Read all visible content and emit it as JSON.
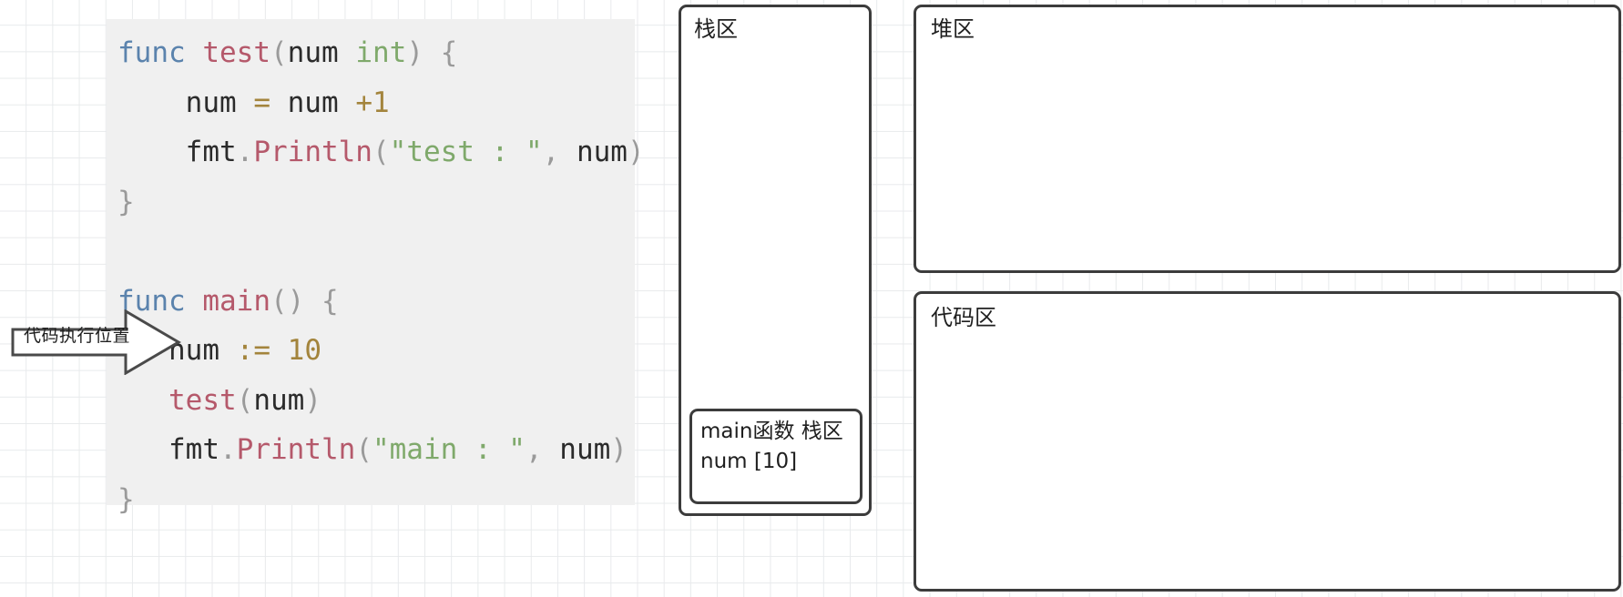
{
  "code_panel": {
    "language": "go",
    "lines": [
      {
        "id": "l1",
        "tokens": [
          {
            "t": "func",
            "c": "kw"
          },
          {
            "t": " ",
            "c": "plain"
          },
          {
            "t": "test",
            "c": "fn"
          },
          {
            "t": "(",
            "c": "punc"
          },
          {
            "t": "num",
            "c": "id"
          },
          {
            "t": " ",
            "c": "plain"
          },
          {
            "t": "int",
            "c": "type"
          },
          {
            "t": ")",
            "c": "punc"
          },
          {
            "t": " ",
            "c": "plain"
          },
          {
            "t": "{",
            "c": "punc"
          }
        ]
      },
      {
        "id": "l2",
        "tokens": [
          {
            "t": "    num ",
            "c": "id"
          },
          {
            "t": "=",
            "c": "op"
          },
          {
            "t": " num ",
            "c": "id"
          },
          {
            "t": "+1",
            "c": "num"
          }
        ]
      },
      {
        "id": "l3",
        "tokens": [
          {
            "t": "    fmt",
            "c": "id"
          },
          {
            "t": ".",
            "c": "punc"
          },
          {
            "t": "Println",
            "c": "fn"
          },
          {
            "t": "(",
            "c": "punc"
          },
          {
            "t": "\"test : \"",
            "c": "str"
          },
          {
            "t": ",",
            "c": "punc"
          },
          {
            "t": " num",
            "c": "id"
          },
          {
            "t": ")",
            "c": "punc"
          }
        ]
      },
      {
        "id": "l4",
        "tokens": [
          {
            "t": "}",
            "c": "punc"
          }
        ]
      },
      {
        "id": "l5",
        "tokens": [
          {
            "t": " ",
            "c": "plain"
          }
        ]
      },
      {
        "id": "l6",
        "tokens": [
          {
            "t": "func",
            "c": "kw"
          },
          {
            "t": " ",
            "c": "plain"
          },
          {
            "t": "main",
            "c": "fn"
          },
          {
            "t": "()",
            "c": "punc"
          },
          {
            "t": " ",
            "c": "plain"
          },
          {
            "t": "{",
            "c": "punc"
          }
        ]
      },
      {
        "id": "l7",
        "tokens": [
          {
            "t": "   num ",
            "c": "id"
          },
          {
            "t": ":=",
            "c": "op"
          },
          {
            "t": " ",
            "c": "plain"
          },
          {
            "t": "10",
            "c": "num"
          }
        ]
      },
      {
        "id": "l8",
        "tokens": [
          {
            "t": "   ",
            "c": "plain"
          },
          {
            "t": "test",
            "c": "fn"
          },
          {
            "t": "(",
            "c": "punc"
          },
          {
            "t": "num",
            "c": "id"
          },
          {
            "t": ")",
            "c": "punc"
          }
        ]
      },
      {
        "id": "l9",
        "tokens": [
          {
            "t": "   fmt",
            "c": "id"
          },
          {
            "t": ".",
            "c": "punc"
          },
          {
            "t": "Println",
            "c": "fn"
          },
          {
            "t": "(",
            "c": "punc"
          },
          {
            "t": "\"main : \"",
            "c": "str"
          },
          {
            "t": ",",
            "c": "punc"
          },
          {
            "t": " num",
            "c": "id"
          },
          {
            "t": ")",
            "c": "punc"
          }
        ]
      },
      {
        "id": "l10",
        "tokens": [
          {
            "t": "}",
            "c": "punc"
          }
        ]
      }
    ],
    "plain_text": [
      "func test(num int) {",
      "    num = num +1",
      "    fmt.Println(\"test : \", num)",
      "}",
      "",
      "func main() {",
      "   num := 10",
      "   test(num)",
      "   fmt.Println(\"main : \", num)",
      "}"
    ]
  },
  "annotation": {
    "exec_pointer_label": "代码执行位置",
    "points_at_line": "num := 10"
  },
  "memory": {
    "stack": {
      "title": "栈区",
      "frames": [
        {
          "name": "main函数 栈区",
          "variables": "num [10]"
        }
      ]
    },
    "heap": {
      "title": "堆区",
      "contents": []
    },
    "code_area": {
      "title": "代码区",
      "contents": []
    }
  },
  "colors": {
    "keyword": "#5b83ad",
    "function": "#b5596b",
    "type_and_string": "#7fa96b",
    "number": "#a3843c",
    "punctuation": "#9a9a9a",
    "identifier": "#2b2b2b",
    "code_panel_bg": "#f0f0f0",
    "box_border": "#3c3c3c",
    "grid_line": "#e8eaec"
  }
}
